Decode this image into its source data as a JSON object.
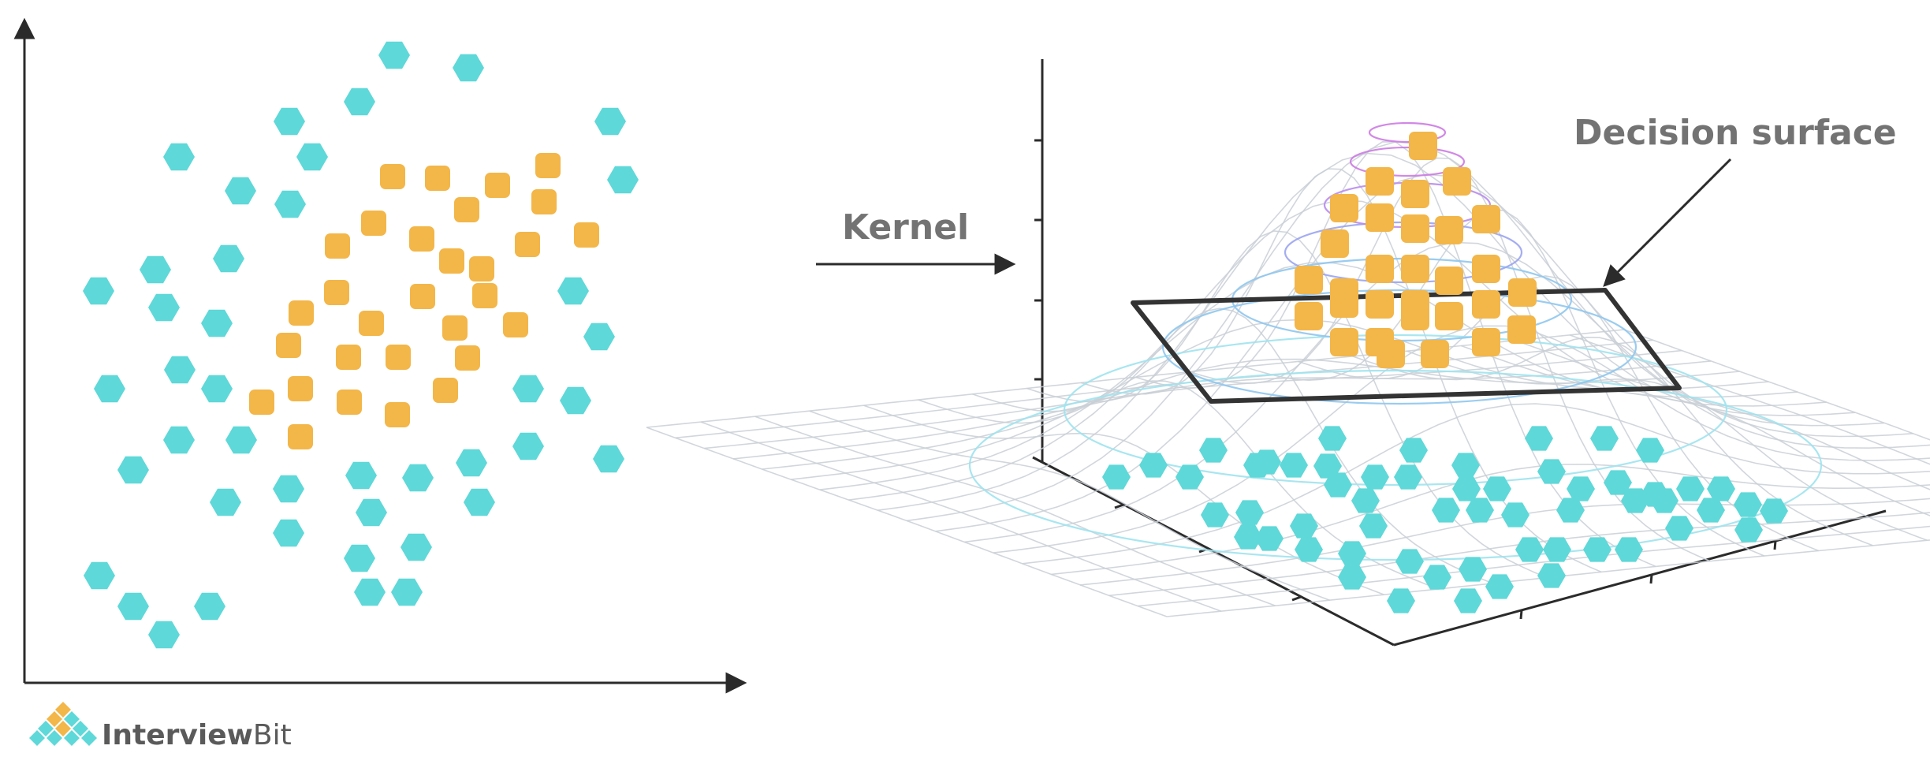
{
  "diagram": {
    "kernel_label": "Kernel",
    "decision_surface_label": "Decision surface",
    "colors": {
      "class_a": "#5ed8d8",
      "class_b": "#f3b648",
      "axis": "#2b2b2b",
      "label": "#737373",
      "plane": "#333333",
      "mesh": "#c9cfd6",
      "contours": [
        "#9fe3ee",
        "#8fc6ee",
        "#9aa4f0",
        "#b88cec",
        "#cc7be3"
      ]
    },
    "icons": {
      "class_a_marker": "hexagon-icon",
      "class_b_marker": "rounded-square-icon",
      "logo": "pyramid-logo-icon"
    }
  },
  "logo": {
    "text_bold": "Interview",
    "text_light": "Bit"
  }
}
